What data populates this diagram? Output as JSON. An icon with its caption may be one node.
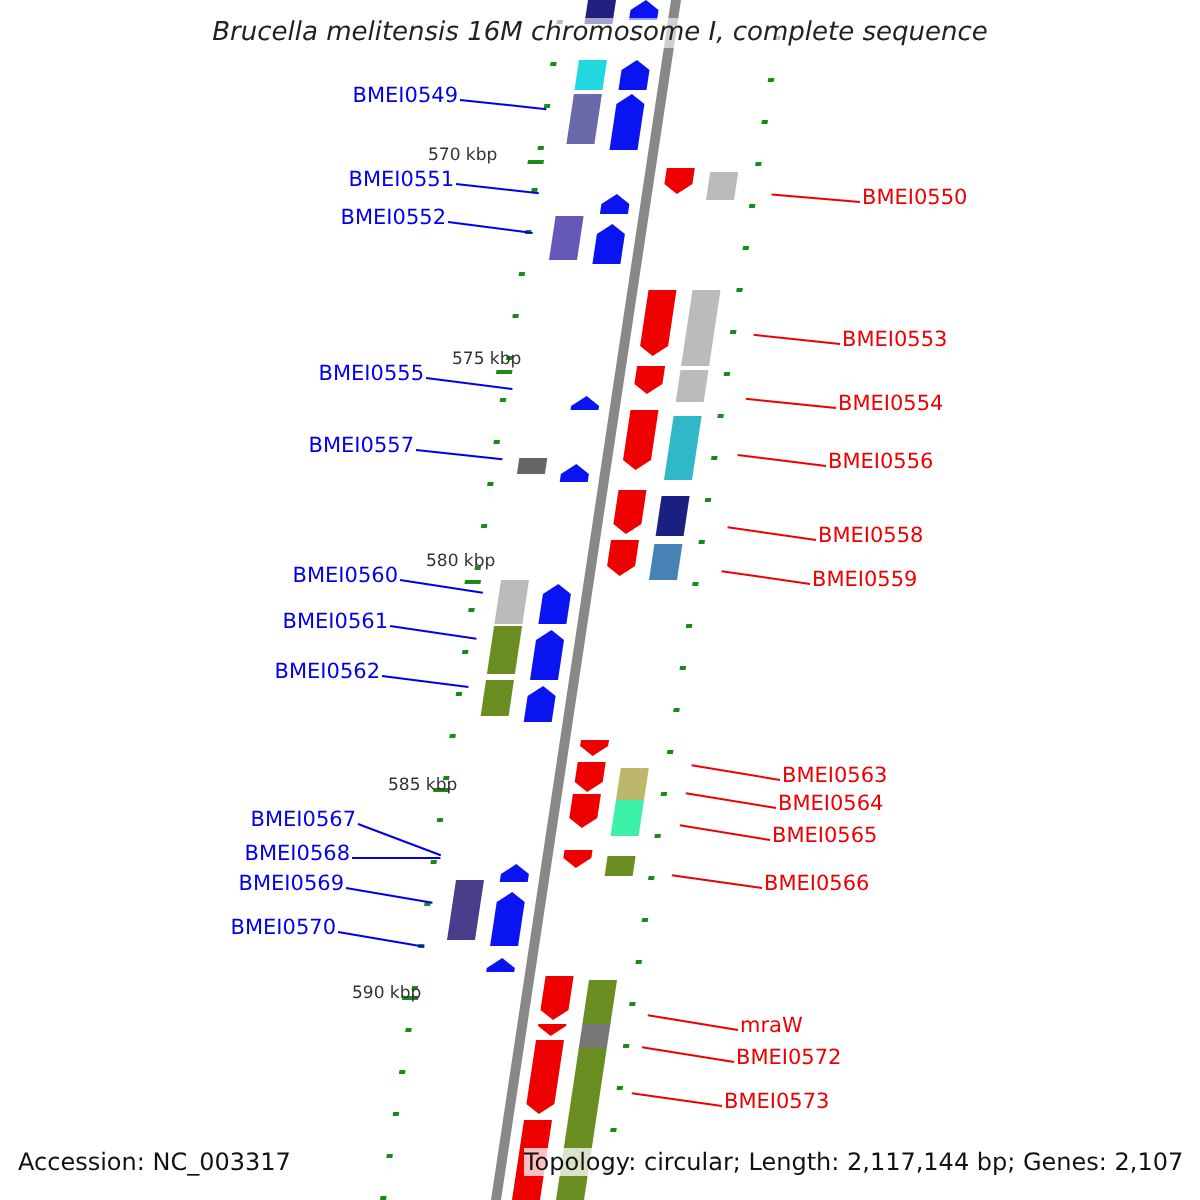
{
  "diagram": {
    "title": "Brucella melitensis 16M chromosome I, complete sequence",
    "nodes": [
      {
        "text": [
          "BMEI0549"
        ]
      },
      {
        "text": [
          "BMEI0551"
        ]
      },
      {
        "text": [
          "BMEI0550"
        ]
      },
      {
        "text": [
          "BMEI0552"
        ]
      },
      {
        "text": [
          "BMEI0553"
        ]
      },
      {
        "text": [
          "BMEI0555"
        ]
      },
      {
        "text": [
          "BMEI0554"
        ]
      },
      {
        "text": [
          "BMEI0557"
        ]
      },
      {
        "text": [
          "BMEI0556"
        ]
      },
      {
        "text": [
          "BMEI0558"
        ]
      },
      {
        "text": [
          "BMEI0560"
        ]
      },
      {
        "text": [
          "BMEI0559"
        ]
      },
      {
        "text": [
          "BMEI0561"
        ]
      },
      {
        "text": [
          "BMEI0562"
        ]
      },
      {
        "text": [
          "BMEI0563"
        ]
      },
      {
        "text": [
          "BMEI0564"
        ]
      },
      {
        "text": [
          "BMEI0567"
        ]
      },
      {
        "text": [
          "BMEI0565"
        ]
      },
      {
        "text": [
          "BMEI0568"
        ]
      },
      {
        "text": [
          "BMEI0566"
        ]
      },
      {
        "text": [
          "BMEI0569"
        ]
      },
      {
        "text": [
          "BMEI0570"
        ]
      },
      {
        "text": [
          "mraW"
        ]
      },
      {
        "text": [
          "BMEI0572"
        ]
      },
      {
        "text": [
          "BMEI0573"
        ]
      }
    ],
    "edges": [
      {
        "from": 0,
        "to": null,
        "arrow": "none",
        "color": "#0000ee"
      },
      {
        "from": 1,
        "to": null,
        "arrow": "none",
        "color": "#0000ee"
      },
      {
        "from": 2,
        "to": null,
        "arrow": "none"
      },
      {
        "from": 3,
        "to": null,
        "arrow": "none",
        "color": "#0000ee"
      },
      {
        "from": 4,
        "to": null,
        "arrow": "none"
      },
      {
        "from": 5,
        "to": null,
        "arrow": "none",
        "color": "#0000ee"
      },
      {
        "from": 6,
        "to": null,
        "arrow": "none"
      },
      {
        "from": 7,
        "to": null,
        "arrow": "none",
        "color": "#0000ee"
      },
      {
        "from": 8,
        "to": null,
        "arrow": "none"
      },
      {
        "from": 9,
        "to": null,
        "arrow": "none"
      },
      {
        "from": 10,
        "to": null,
        "arrow": "none",
        "color": "#0000ee"
      },
      {
        "from": 11,
        "to": null,
        "arrow": "none"
      },
      {
        "from": 12,
        "to": null,
        "arrow": "none",
        "color": "#0000ee"
      },
      {
        "from": 13,
        "to": null,
        "arrow": "none",
        "color": "#0000ee"
      },
      {
        "from": 14,
        "to": null,
        "arrow": "none"
      },
      {
        "from": 15,
        "to": null,
        "arrow": "none"
      },
      {
        "from": 16,
        "to": null,
        "arrow": "none",
        "color": "#0000ee"
      },
      {
        "from": 17,
        "to": null,
        "arrow": "none"
      },
      {
        "from": 18,
        "to": null,
        "arrow": "none",
        "color": "#0000ee"
      },
      {
        "from": 19,
        "to": null,
        "arrow": "none"
      },
      {
        "from": 20,
        "to": null,
        "arrow": "none",
        "color": "#0000ee"
      },
      {
        "from": 21,
        "to": null,
        "arrow": "none",
        "color": "#0000ee"
      },
      {
        "from": 22,
        "to": null,
        "arrow": "none"
      },
      {
        "from": 23,
        "to": null,
        "arrow": "none"
      },
      {
        "from": 24,
        "to": null,
        "arrow": "none"
      }
    ],
    "labels": [
      "570 kbp",
      "575 kbp",
      "580 kbp",
      "585 kbp",
      "590 kbp",
      "Accession: NC_003317",
      "Topology: circular; Length: 2,117,144 bp; Genes: 2,107"
    ]
  }
}
